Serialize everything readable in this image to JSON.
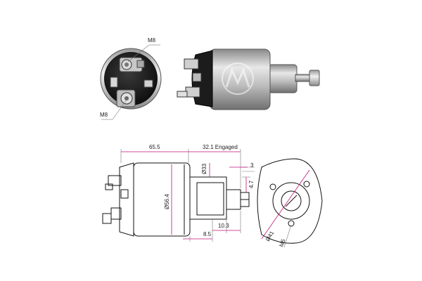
{
  "callouts": {
    "top_terminal": "M8",
    "bottom_terminal": "M8"
  },
  "dimensions": {
    "body_length": "65.5",
    "engaged_stroke": "32.1 Engaged",
    "plunger_diameter": "Ø33",
    "body_diameter": "Ø56.4",
    "slot_width": "3",
    "slot_depth": "4.7",
    "flange_offset": "8.5",
    "plunger_step": "10.3",
    "bolt_circle": "Ø41",
    "mount_thread": "M5"
  },
  "colors": {
    "dimension_line": "#c0127a",
    "outline": "#111111",
    "photo_metal": "#bfbfbf",
    "photo_dark": "#2a2a2a"
  }
}
